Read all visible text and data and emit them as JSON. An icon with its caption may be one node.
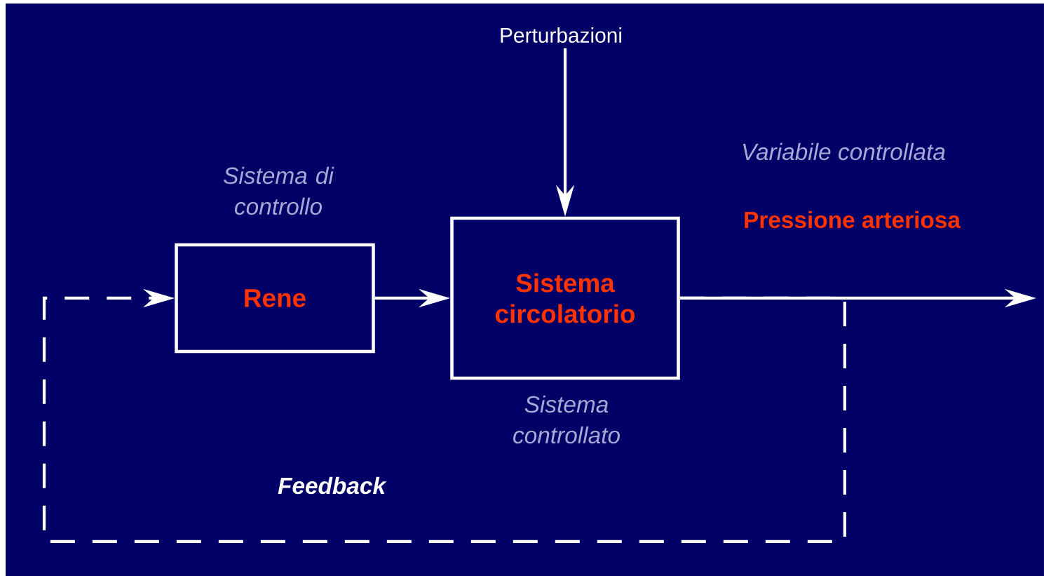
{
  "diagram": {
    "nodes": [
      {
        "text": [
          "Rene"
        ],
        "beside": [
          "Sistema di controllo"
        ]
      },
      {
        "text": [
          "Sistema circolatorio"
        ],
        "beside": [
          "Sistema controllato"
        ]
      },
      {
        "text": [
          "Perturbazioni"
        ]
      }
    ],
    "edges": [
      {
        "from": 2,
        "to": 1,
        "arrow": "to"
      },
      {
        "from": 0,
        "to": 1,
        "arrow": "to"
      },
      {
        "from": 1,
        "to": null,
        "arrow": "to"
      },
      {
        "from": 1,
        "to": 0,
        "arrow": "to",
        "style": "dashed",
        "label": "Feedback"
      }
    ],
    "labels": [
      "Variabile controllata",
      "Pressione arteriosa"
    ]
  }
}
